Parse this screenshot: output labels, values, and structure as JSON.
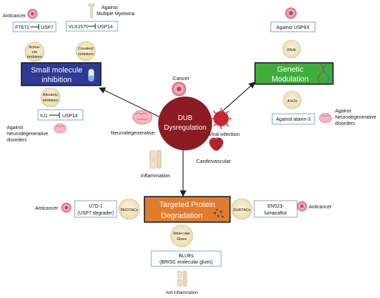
{
  "center": {
    "label_line1": "DUB",
    "label_line2": "Dysregulation"
  },
  "center_triggers": {
    "cancer": "Cancer",
    "neurodegenerative": "Neurodegenerative",
    "viral": "Viral infection",
    "cardiovascular": "Cardiovascular",
    "inflammation": "Inflammation"
  },
  "small_molecule": {
    "title_line1": "Small molecule",
    "title_line2": "inhibition",
    "active_site_line1": "Active-",
    "active_site_line2": "site",
    "active_site_line3": "inhibitors",
    "covalent_line1": "Covalent",
    "covalent_line2": "inhibitors",
    "allosteric_line1": "Allosteric",
    "allosteric_line2": "inhibitors",
    "anticancer_label": "Anticancer",
    "ft671": {
      "drug": "FT671",
      "target": "USP7"
    },
    "vlx1570": {
      "drug": "VLX1570",
      "target": "USP14"
    },
    "iu1": {
      "drug": "IU1",
      "target": "USP14"
    },
    "myeloma_line1": "Against",
    "myeloma_line2": "Multiple Myeloma",
    "neuro_line1": "Against",
    "neuro_line2": "Neurodegenerative",
    "neuro_line3": "disorders"
  },
  "genetic": {
    "title_line1": "Genetic",
    "title_line2": "Modulation",
    "rnai": "RNAi",
    "asos": "ASOs",
    "usp9x_box": "Against USP9X",
    "ataxin_box": "Against ataxin-3",
    "neuro_line1": "Against",
    "neuro_line2": "Neurodegenerative",
    "neuro_line3": "disorders"
  },
  "tpd": {
    "title_line1": "Targeted Protein",
    "title_line2": "Degradation",
    "protacs": "PROTACs",
    "dubtacs": "DUBTACs",
    "molecular_glues_line1": "Molecular",
    "molecular_glues_line2": "Glues",
    "u7d1_line1": "U7D-1",
    "u7d1_line2": "(USP7 degrader)",
    "en523_line1": "EN523-",
    "en523_line2": "lumacaftor",
    "blues_line1": "BLUEs",
    "blues_line2": "(BRISC molecular glues)",
    "anticancer_left": "Anticancer",
    "anticancer_right": "Anticancer",
    "anti_inflammation": "Anti Inflammation"
  },
  "colors": {
    "small_molecule_fill": "#2e3a94",
    "genetic_fill": "#3fae3c",
    "tpd_fill": "#e07b30",
    "center_fill": "#8b1c24",
    "box_border": "#7aa6d6",
    "circle_fill": "#f2e9c9"
  }
}
